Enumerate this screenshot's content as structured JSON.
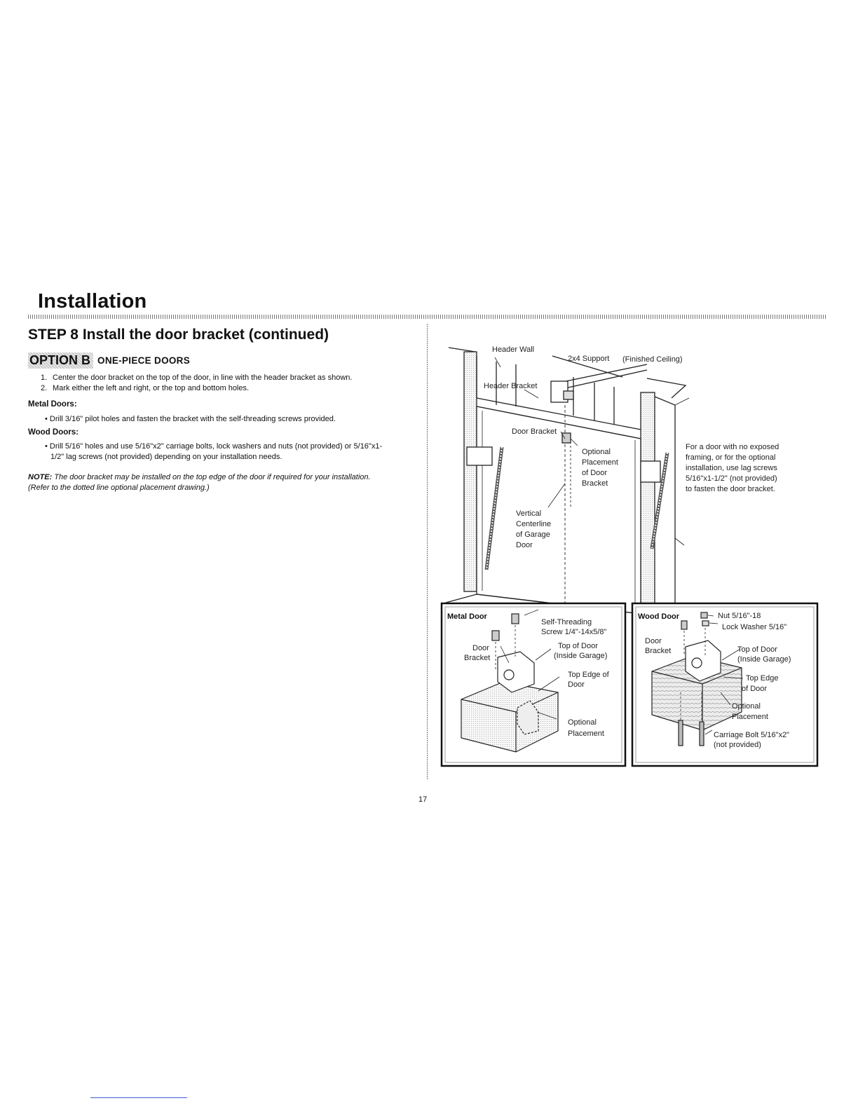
{
  "header": {
    "section_title": "Installation"
  },
  "step": {
    "heading": "STEP 8 Install the door bracket (continued)",
    "option_badge": "OPTION B",
    "option_title": "ONE-PIECE DOORS",
    "instructions": [
      {
        "num": "1.",
        "text": "Center the door bracket on the top of the door, in line with the header bracket as shown."
      },
      {
        "num": "2.",
        "text": "Mark either the left and right, or the top and bottom holes."
      }
    ],
    "metal_heading": "Metal Doors:",
    "metal_bullet": "• Drill 3/16\" pilot holes and fasten the bracket with the self-threading screws provided.",
    "wood_heading": "Wood Doors:",
    "wood_bullet_line1": "• Drill 5/16\" holes and use 5/16\"x2\" carriage bolts, lock washers and nuts (not provided) or 5/16\"x1-",
    "wood_bullet_line2": "1/2\" lag screws (not provided) depending on your installation needs.",
    "note_label": "NOTE:",
    "note_text": "The door bracket may be installed on the top edge of the door if required for your installation.",
    "note_text2": "(Refer to the dotted line optional placement drawing.)"
  },
  "diagram": {
    "main": {
      "header_wall": "Header Wall",
      "support": "2x4 Support",
      "finished_ceiling": "(Finished Ceiling)",
      "header_bracket": "Header Bracket",
      "door_bracket": "Door Bracket",
      "optional_placement": [
        "Optional",
        "Placement",
        "of Door",
        "Bracket"
      ],
      "vertical_centerline": [
        "Vertical",
        "Centerline",
        "of Garage",
        "Door"
      ],
      "side_note": [
        "For a door with no exposed",
        "framing, or for the optional",
        "installation, use lag screws",
        "5/16\"x1-1/2\" (not provided)",
        "to fasten the door bracket."
      ]
    },
    "metal_inset": {
      "title": "Metal Door",
      "screw": [
        "Self-Threading",
        "Screw 1/4\"-14x5/8\""
      ],
      "door_bracket": [
        "Door",
        "Bracket"
      ],
      "top_of_door": [
        "Top of Door",
        "(Inside Garage)"
      ],
      "top_edge": [
        "Top Edge of",
        "Door"
      ],
      "optional": [
        "Optional",
        "Placement"
      ]
    },
    "wood_inset": {
      "title": "Wood Door",
      "nut": "Nut 5/16\"-18",
      "lock_washer": "Lock Washer 5/16\"",
      "door_bracket": [
        "Door",
        "Bracket"
      ],
      "top_of_door": [
        "Top of Door",
        "(Inside Garage)"
      ],
      "top_edge": [
        "Top Edge",
        "of Door"
      ],
      "optional": [
        "Optional",
        "Placement"
      ],
      "carriage_bolt": [
        "Carriage Bolt 5/16\"x2\"",
        "(not provided)"
      ]
    }
  },
  "footer": {
    "page_number": "17"
  }
}
